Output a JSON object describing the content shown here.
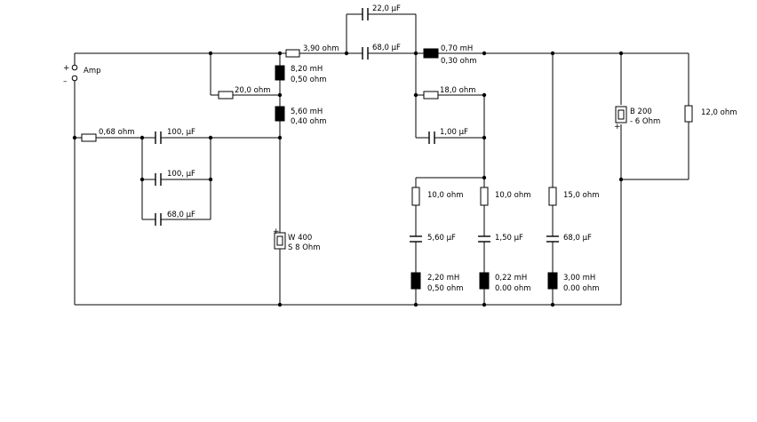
{
  "source": {
    "label": "Amp",
    "plus": "+",
    "minus": "–"
  },
  "parts": {
    "r_series_top": "3,90 ohm",
    "r_bypass_mid": "20,0 ohm",
    "l_mid_1": {
      "value": "8,20 mH",
      "resistance": "0,50 ohm"
    },
    "l_mid_2": {
      "value": "5,60 mH",
      "resistance": "0,40 ohm"
    },
    "r_woofer_series": "0,68 ohm",
    "c_woofer_1": "100, µF",
    "c_woofer_2": "100, µF",
    "c_woofer_3": "68,0 µF",
    "c_top_upper": "22,0 µF",
    "c_top_lower": "68,0 µF",
    "l_tweeter": {
      "value": "0,70 mH",
      "resistance": "0,30 ohm"
    },
    "r_shunt_18": "18,0 ohm",
    "c_shunt_1": "1,00 µF",
    "r_trap_1": "10,0 ohm",
    "c_trap_1": "5,60 µF",
    "l_trap_1": {
      "value": "2,20 mH",
      "resistance": "0,50 ohm"
    },
    "r_trap_2": "10,0 ohm",
    "c_trap_2": "1,50 µF",
    "l_trap_2": {
      "value": "0,22 mH",
      "resistance": "0.00 ohm"
    },
    "r_trap_3": "15,0 ohm",
    "c_trap_3": "68,0 µF",
    "l_trap_3": {
      "value": "3,00 mH",
      "resistance": "0.00 ohm"
    },
    "r_load": "12,0 ohm"
  },
  "speakers": {
    "woofer": {
      "model": "W 400",
      "impedance": "S 8 Ohm"
    },
    "tweeter": {
      "model": "B 200",
      "impedance": "- 6 Ohm"
    }
  }
}
